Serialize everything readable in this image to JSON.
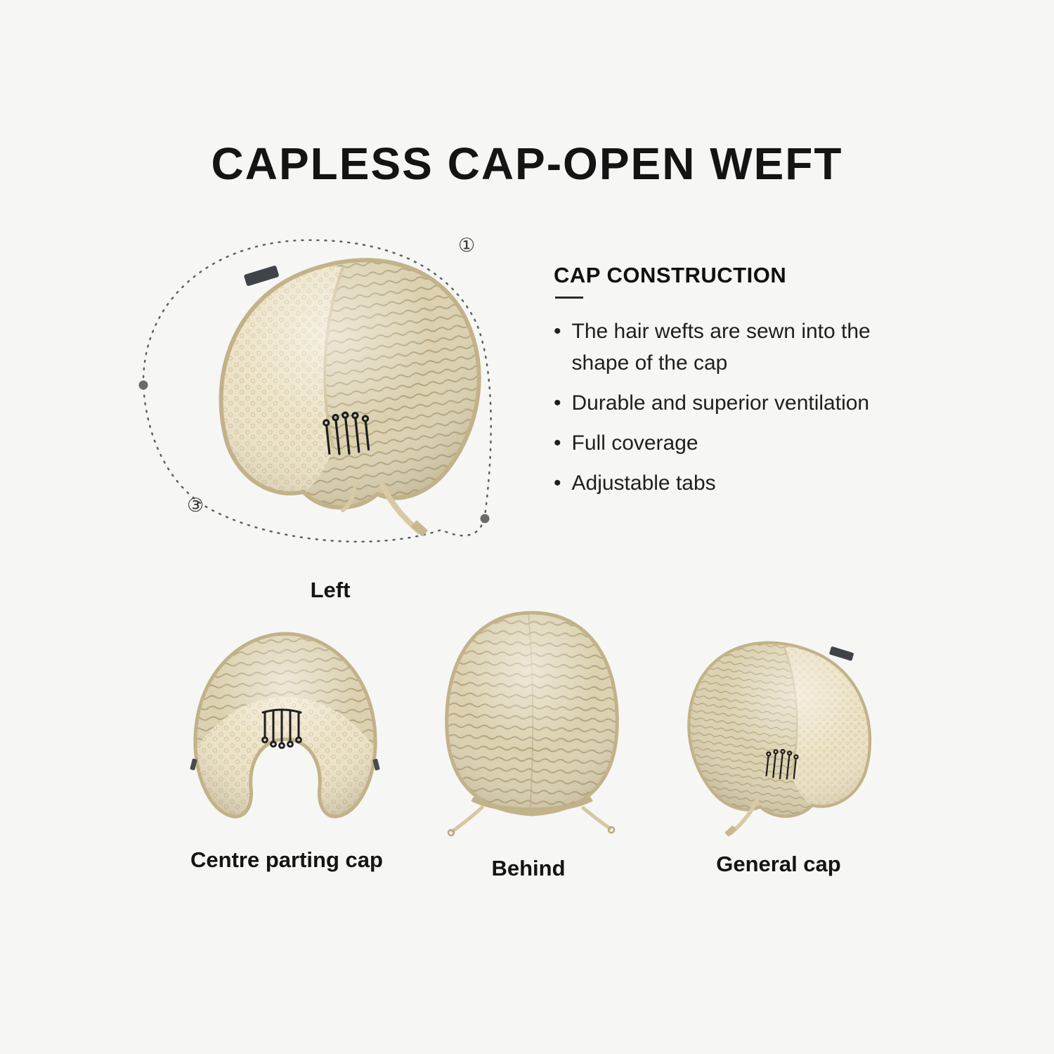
{
  "page": {
    "title": "CAPLESS CAP-OPEN WEFT",
    "background": "#f6f6f4"
  },
  "hero": {
    "marker_top": "①",
    "marker_bottom": "③"
  },
  "construction": {
    "heading": "CAP CONSTRUCTION",
    "bullet_char": "•",
    "bullets": [
      "The hair wefts are sewn into the shape of the cap",
      "Durable and superior ventilation",
      "Full coverage",
      "Adjustable tabs"
    ]
  },
  "views": [
    {
      "label": "Left"
    },
    {
      "label": "Centre parting cap"
    },
    {
      "label": "Behind"
    },
    {
      "label": "General cap"
    }
  ],
  "colors": {
    "cap_base": "#dbd1b0",
    "cap_lace": "#ece2c6",
    "weft_line": "#b3a37d",
    "binding": "#c2b289",
    "text": "#141414"
  }
}
